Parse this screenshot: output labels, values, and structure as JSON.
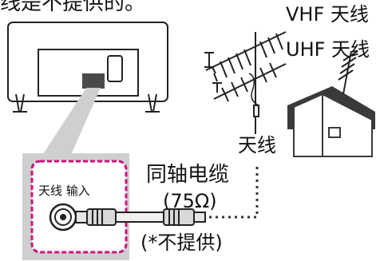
{
  "header": {
    "top_text": "线是不提供的。"
  },
  "antenna": {
    "vhf_label": "VHF 天线",
    "uhf_label": "UHF 天线",
    "label": "天线"
  },
  "cable": {
    "name": "同轴电缆",
    "impedance": "(75Ω)",
    "note": "(*不提供)"
  },
  "tv_port": {
    "label": "天线 输入"
  },
  "colors": {
    "panel_gray": "#cfcfcf",
    "highlight_magenta": "#c8157a",
    "line_dark": "#222222",
    "house_dark": "#3a3a3a"
  }
}
